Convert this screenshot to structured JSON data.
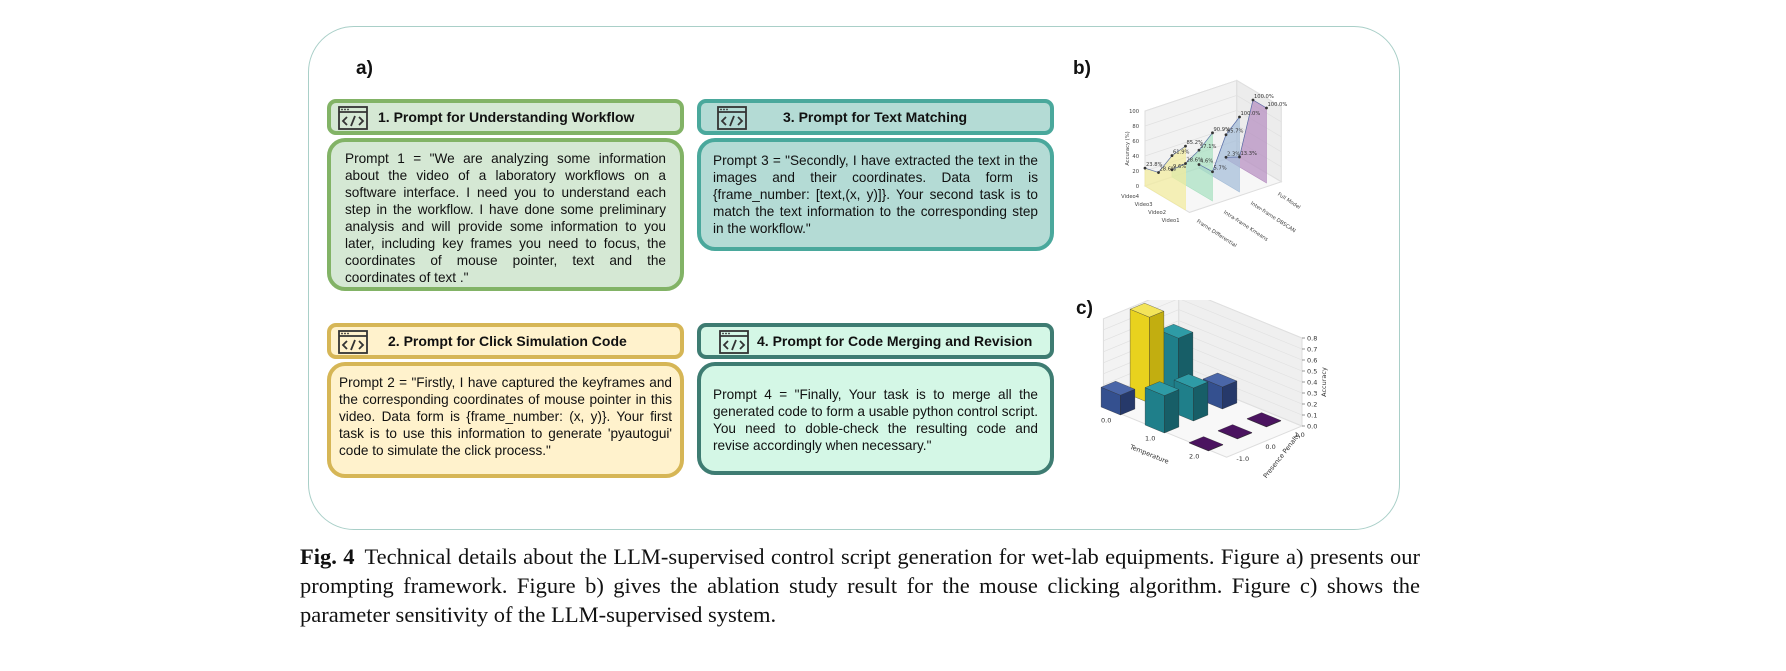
{
  "panels": {
    "a": "a)",
    "b": "b)",
    "c": "c)"
  },
  "prompts": [
    {
      "title": "1. Prompt for Understanding Workflow",
      "text": "Prompt 1 = \"We are analyzing some information about the video of a laboratory workflows on a software interface. I need you to understand each step in the workflow. I have done some preliminary analysis and will provide some information to you later, including key frames you need to focus, the coordinates of mouse pointer, text and the coordinates of text .\""
    },
    {
      "title": "2. Prompt for Click Simulation Code",
      "text": "Prompt 2 = \"Firstly, I have captured the keyframes and the corresponding coordinates of mouse pointer in this video. Data form is {frame_number: (x, y)}. Your first task is to use this information to generate 'pyautogui' code to simulate the click process.\""
    },
    {
      "title": "3. Prompt for Text Matching",
      "text": "Prompt 3 = \"Secondly, I have extracted the text in the images and their coordinates. Data form is {frame_number: [text,(x, y)]}. Your second task is to match the text information to the corresponding step in the workflow.\""
    },
    {
      "title": "4. Prompt for Code Merging and Revision",
      "text": "Prompt 4 = \"Finally, Your task is to merge all the generated code to form a usable python control script. You need to doble-check the resulting code and revise accordingly when necessary.\""
    }
  ],
  "colors": {
    "green": "#82b366",
    "yellow": "#d6b656",
    "teal": "#4aa89c",
    "mint": "#3e7c72"
  },
  "chart_data": [
    {
      "type": "area",
      "panel": "b",
      "ylabel": "Accuracy (%)",
      "yticks": [
        "0",
        "20",
        "40",
        "60",
        "80",
        "100"
      ],
      "ylim": [
        0,
        100
      ],
      "categories": [
        "Video4",
        "Video3",
        "Video2",
        "Video1"
      ],
      "series_axis_labels": [
        "Frame Differential",
        "Intra-frame Kmeans",
        "Inter-frame DBSCAN",
        "Full Model"
      ],
      "series_colors": [
        "#f3eb9c",
        "#a8e0c0",
        "#a3bcd8",
        "#b68ec0"
      ],
      "series": [
        {
          "name": "Frame Differential",
          "values": [
            23.8,
            28.6,
            61.9,
            85.2
          ],
          "labels": [
            "23.8%",
            "28.6%",
            "61.9%",
            "85.2%"
          ]
        },
        {
          "name": "Intra-frame Kmeans",
          "values": [
            9.6,
            28.6,
            57.1,
            90.9
          ],
          "labels": [
            "9.6%",
            "28.6%",
            "57.1%",
            "90.9%"
          ]
        },
        {
          "name": "Inter-frame DBSCAN",
          "values": [
            4.6,
            5.7,
            65.7,
            100.0
          ],
          "labels": [
            "4.6%",
            "5.7%",
            "65.7%",
            "100.0%"
          ]
        },
        {
          "name": "Full Model",
          "values": [
            2.3,
            13.3,
            100.0,
            100.0
          ],
          "labels": [
            "2.3%",
            "13.3%",
            "100.0%",
            "100.0%"
          ]
        }
      ]
    },
    {
      "type": "bar",
      "panel": "c",
      "xlabel": "Temperature",
      "ylabel": "Presence Penalty",
      "zlabel": "Accuracy",
      "xticks": [
        "0.0",
        "1.0",
        "2.0"
      ],
      "yticks": [
        "-1.0",
        "0.0",
        "1.0"
      ],
      "zticks": [
        "0.0",
        "0.1",
        "0.2",
        "0.3",
        "0.4",
        "0.5",
        "0.6",
        "0.7",
        "0.8"
      ],
      "zlim": [
        0,
        0.8
      ],
      "bars": [
        {
          "temperature": 0.0,
          "presence_penalty": -1.0,
          "accuracy": 0.18
        },
        {
          "temperature": 0.0,
          "presence_penalty": 0.0,
          "accuracy": 0.78
        },
        {
          "temperature": 0.0,
          "presence_penalty": 1.0,
          "accuracy": 0.48
        },
        {
          "temperature": 1.0,
          "presence_penalty": -1.0,
          "accuracy": 0.34
        },
        {
          "temperature": 1.0,
          "presence_penalty": 0.0,
          "accuracy": 0.3
        },
        {
          "temperature": 1.0,
          "presence_penalty": 1.0,
          "accuracy": 0.2
        },
        {
          "temperature": 2.0,
          "presence_penalty": -1.0,
          "accuracy": 0.0
        },
        {
          "temperature": 2.0,
          "presence_penalty": 0.0,
          "accuracy": 0.0
        },
        {
          "temperature": 2.0,
          "presence_penalty": 1.0,
          "accuracy": 0.0
        }
      ]
    }
  ],
  "caption": {
    "label": "Fig. 4",
    "text": "Technical details about the LLM-supervised control script generation for wet-lab equipments. Figure a) presents our prompting framework. Figure b) gives the ablation study result for the mouse clicking algorithm. Figure c) shows the parameter sensitivity of the LLM-supervised system."
  }
}
